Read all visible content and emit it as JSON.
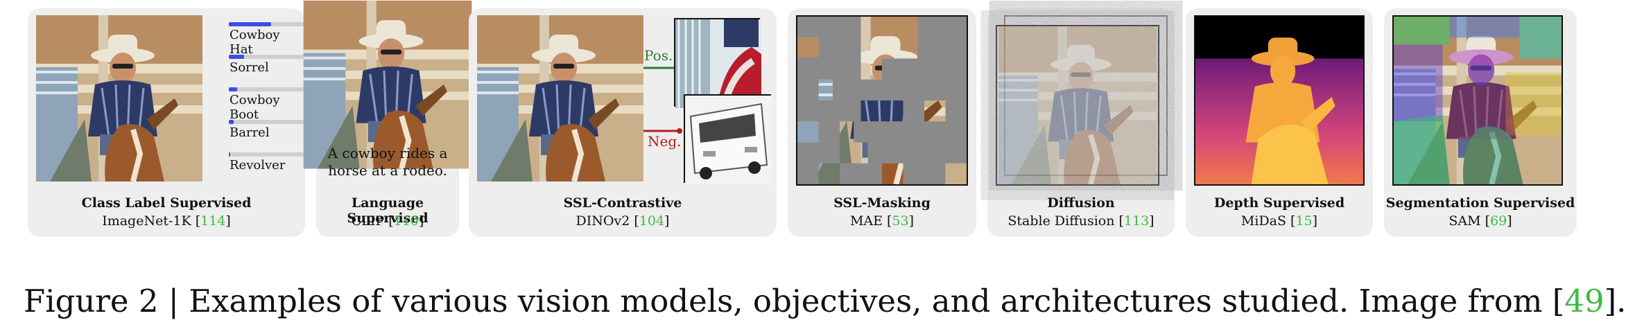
{
  "panels": [
    {
      "title": "Class Label Supervised",
      "dataset": "ImageNet-1K",
      "ref": "114",
      "labels": [
        {
          "name": "Cowboy Hat",
          "score": 0.5
        },
        {
          "name": "Sorrel",
          "score": 0.18
        },
        {
          "name": "Cowboy Boot",
          "score": 0.1
        },
        {
          "name": "Barrel",
          "score": 0.06
        },
        {
          "name": "Revolver",
          "score": 0.02
        }
      ]
    },
    {
      "title": "Language Supervised",
      "dataset": "CLIP",
      "ref": "110",
      "caption_line1": "A cowboy rides a",
      "caption_line2": "horse at a rodeo."
    },
    {
      "title": "SSL-Contrastive",
      "dataset": "DINOv2",
      "ref": "104",
      "pos_label": "Pos.",
      "neg_label": "Neg.",
      "pos_color": "#2e7d32",
      "neg_color": "#b71c1c"
    },
    {
      "title": "SSL-Masking",
      "dataset": "MAE",
      "ref": "53"
    },
    {
      "title": "Diffusion",
      "dataset": "Stable Diffusion",
      "ref": "113"
    },
    {
      "title": "Depth Supervised",
      "dataset": "MiDaS",
      "ref": "15"
    },
    {
      "title": "Segmentation Supervised",
      "dataset": "SAM",
      "ref": "69"
    }
  ],
  "caption": {
    "text": "Figure 2 | Examples of various vision models, objectives, and architectures studied. Image from [",
    "ref": "49",
    "end": "]."
  },
  "colors": {
    "panel_bg": "#eeeeee",
    "ref_green": "#3dbb3d",
    "bar_blue": "#3b4ee6"
  }
}
